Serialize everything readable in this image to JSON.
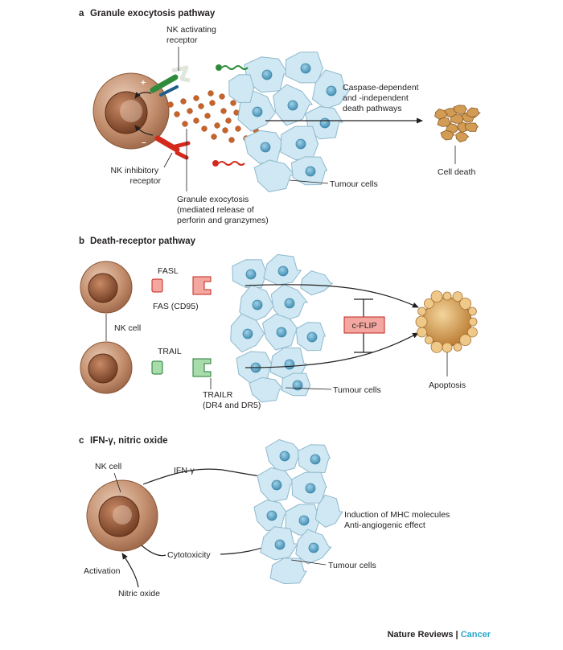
{
  "panels": {
    "a": {
      "letter": "a",
      "title": "Granule exocytosis pathway",
      "nk_activating_receptor": [
        "NK activating",
        "receptor"
      ],
      "nk_inhibitory_receptor": [
        "NK inhibitory",
        "receptor"
      ],
      "plus_sign": "+",
      "minus_sign": "–",
      "death_pathways": [
        "Caspase-dependent",
        "and -independent",
        "death pathways"
      ],
      "cell_death": "Cell death",
      "tumour_cells": "Tumour cells",
      "granule_exocytosis": [
        "Granule exocytosis",
        "(mediated release of",
        "perforin and granzymes)"
      ]
    },
    "b": {
      "letter": "b",
      "title": "Death-receptor pathway",
      "fasl": "FASL",
      "fas": "FAS (CD95)",
      "nk_cell": "NK cell",
      "trail": "TRAIL",
      "c_flip": "c-FLIP",
      "trailr": [
        "TRAILR",
        "(DR4 and DR5)"
      ],
      "tumour_cells": "Tumour cells",
      "apoptosis": "Apoptosis"
    },
    "c": {
      "letter": "c",
      "title": "IFN-γ, nitric oxide",
      "nk_cell": "NK cell",
      "ifn_gamma": "IFN-γ",
      "cytotoxicity": "Cytotoxicity",
      "activation": "Activation",
      "nitric_oxide": "Nitric oxide",
      "tumour_cells": "Tumour cells",
      "effects": [
        "Induction of MHC molecules",
        "Anti-angiogenic effect"
      ]
    }
  },
  "footer": {
    "journal": "Nature Reviews",
    "separator": " | ",
    "section": "Cancer"
  },
  "colors": {
    "nk_cell_outer": "#b7856a",
    "nk_cell_nucleus": "#8c4f2f",
    "tumour_cell": "#cfe8f3",
    "tumour_nucleus": "#5fa9cc",
    "activating_receptor": "#2e8b3c",
    "inhibitory_receptor": "#d42a1e",
    "granule": "#c8642a",
    "fasl_red": "#d42a1e",
    "trail_green": "#2e8b3c",
    "cflip_box": "#f4a7a0",
    "apoptotic_body": "#d29c55",
    "footer_accent": "#2aa6c9"
  }
}
